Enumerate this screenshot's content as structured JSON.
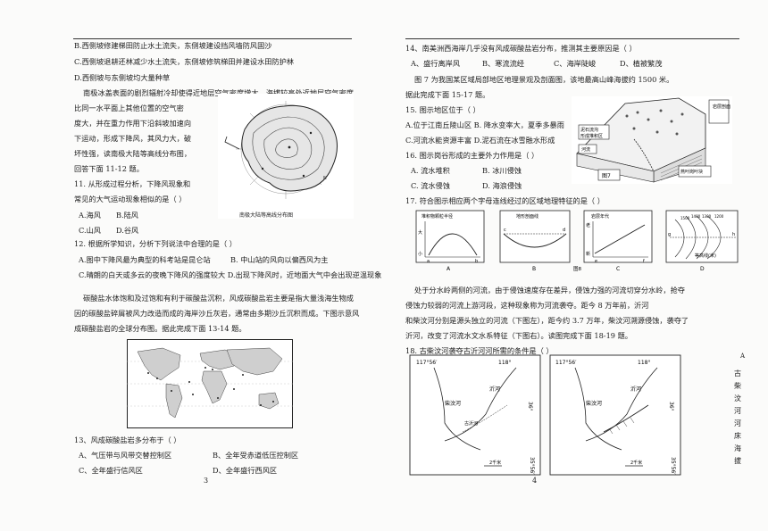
{
  "left": {
    "lines": [
      "B.西侧坡修建梯田防止水土流失，东侧坡建设挡风墙防风固沙",
      "C.西侧坡退耕还林减少水土流失，东侧坡修筑梯田并建设水田防护林",
      "D.西侧坡与东侧坡均大量种草",
      "南极冰盖表面的剧烈辐射冷却使得近地层空气密度增大，海拔较高处近地层空气密度",
      "比同一水平面上其他位置的空气密",
      "度大，并在重力作用下沿斜坡加速向",
      "下运动，形成下降风，其风力大，破",
      "坏性强，读南极大陆等高线分布图，",
      "回答下面 11-12 题。",
      "11. 从形成过程分析，下降风现象和",
      "常见的大气运动现象相似的是（    ）"
    ],
    "q11_options": [
      "A.海风",
      "B.陆风",
      "C.山风",
      "D.谷风"
    ],
    "q12": "12. 根据所学知识，分析下列说法中合理的是（    ）",
    "q12_options": [
      "A.图中下降风最为典型的科考站是昆仑站",
      "B. 中山站的风向以偏西风为主",
      "C.晴朗的白天或多云的夜晚下降风的强度较大",
      "D.出现下降风时，近地面大气中会出现逆温现象"
    ],
    "para2": [
      "碳酸盐水体饱和及过饱和有利于碳酸盐沉积，风成碳酸盐岩主要是指大量浅海生物成",
      "因的碳酸盐碎屑被风力改造而成的海岸沙丘灰岩，通常由多期沙丘沉积而成。下图示意风",
      "成碳酸盐岩的全球分布图。据此完成下面 13-14 题。"
    ],
    "antarctica_caption": "南极大陆等高线分布图",
    "q13": "13、风成碳酸盐岩多分布于（    ）",
    "q13_options": [
      "A、气压带与风带交替控制区",
      "B、全年受赤道低压控制区",
      "C、全年盛行信风区",
      "D、全年盛行西风区"
    ],
    "page_number": "3"
  },
  "right": {
    "q14": "14、南美洲西海岸几乎没有风成碳酸盐岩分布，推测其主要原因是（    ）",
    "q14_options": [
      "A、盛行离岸风",
      "B、寒流流经",
      "C、海岸陡峻",
      "D、植被繁茂"
    ],
    "fig7_intro": [
      "图 7 为我国某区域局部地区地理景观及剖面图，该地最高山峰海拔约  1500 米。",
      "据此完成下面 15-17 题。"
    ],
    "q15": "15. 图示地区位于（    ）",
    "q15_options": [
      "A.位于江南丘陵山区  B. 降水变率大，夏季多暴雨",
      "C.河流水能资源丰富  D.泥石流在冰雪融水形成"
    ],
    "q16": "16. 图示岗谷形成的主要外力作用是（    ）",
    "q16_options": [
      "A. 流水堆积",
      "B. 冰川侵蚀",
      "C. 流水侵蚀",
      "D. 海浪侵蚀"
    ],
    "q17": "17. 符合图示相应两个字母连线经过的区域地理特征的是（    ）",
    "fig7_labels": [
      "岩层剖面",
      "泥石流沟",
      "形成堆积区",
      "河流",
      "燕叶岗叶块",
      "图7"
    ],
    "fig8_panels": [
      {
        "title": "堆积物颗粒半径",
        "ylabel_top": "大",
        "ylabel_bottom": "小",
        "letters": [
          "a",
          "b"
        ],
        "caption": "A"
      },
      {
        "title": "地形剖面线",
        "letters": [
          "c",
          "d"
        ],
        "caption": "B"
      },
      {
        "title": "岩层年代",
        "ylabel_top": "老",
        "ylabel_bottom": "新",
        "letters": [
          "e",
          "f"
        ],
        "caption": "C"
      },
      {
        "title": "等高线(米)",
        "ticks": [
          "1500",
          "1400",
          "1300",
          "1200"
        ],
        "letters": [
          "g",
          "h"
        ],
        "caption": "D"
      }
    ],
    "fig8_label": "图8",
    "para3": [
      "处于分水岭两侧的河流，由于侵蚀速度存在差异，侵蚀力强的河流切穿分水岭，抢夺",
      "侵蚀力较弱的河流上游河段，这种现象称为河流袭夺。距今 8 万年前，沂河",
      "和柴汶河分别是源头独立的河流（下图左），距今约 3.7 万年，柴汶河溯源侵蚀，袭夺了",
      "沂河，改变了河流水文水系特征（下图右）。读图完成下面 18-19 题。"
    ],
    "q18": "18. 古柴汶河袭夺古沂河河所需的条件是（    ）",
    "map_labels": {
      "lon1": "117°56′",
      "lon2": "118°",
      "lat1": "36°",
      "lat2": "35°56′",
      "river1": "沂河",
      "river2": "柴汶河",
      "town": "古沂河",
      "scale": "2千米"
    },
    "side_label": "A",
    "side_vertical": "古柴汶河河床海拔",
    "page_number": "4"
  },
  "colors": {
    "ink": "#1d1d1d",
    "paper": "#fbfbfa",
    "landmass": "#cfcfcf"
  }
}
